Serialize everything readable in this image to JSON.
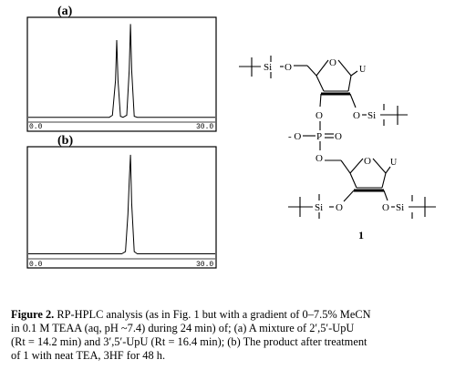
{
  "figure": {
    "panel_a_label": "(a)",
    "panel_b_label": "(b)",
    "axis_start_label": "0.0",
    "axis_end_label": "30.0",
    "compound_number": "1",
    "chart_data": [
      {
        "type": "line",
        "x": [
          0,
          1,
          2,
          3,
          4,
          5,
          6,
          7,
          8,
          9,
          10,
          11,
          12,
          13,
          13.5,
          14,
          14.2,
          14.4,
          14.8,
          15.2,
          15.8,
          16.2,
          16.4,
          16.6,
          17,
          17.5,
          18,
          19,
          20,
          21,
          22,
          23,
          24,
          25,
          26,
          27,
          28,
          29,
          30
        ],
        "series": [
          {
            "values": [
              0.03,
              0.03,
              0.03,
              0.03,
              0.03,
              0.03,
              0.03,
              0.03,
              0.03,
              0.03,
              0.03,
              0.03,
              0.03,
              0.03,
              0.05,
              0.4,
              0.8,
              0.4,
              0.04,
              0.03,
              0.05,
              0.5,
              0.96,
              0.5,
              0.04,
              0.03,
              0.03,
              0.03,
              0.03,
              0.03,
              0.03,
              0.03,
              0.03,
              0.03,
              0.03,
              0.03,
              0.03,
              0.03,
              0.03
            ]
          }
        ],
        "xlim": [
          0,
          30
        ],
        "ylim": [
          0,
          1
        ]
      },
      {
        "type": "line",
        "x": [
          0,
          1,
          2,
          3,
          4,
          5,
          6,
          7,
          8,
          9,
          10,
          11,
          12,
          13,
          14,
          15,
          15.6,
          16,
          16.2,
          16.4,
          16.6,
          17,
          17.5,
          18,
          19,
          20,
          21,
          22,
          23,
          24,
          25,
          26,
          27,
          28,
          29,
          30
        ],
        "series": [
          {
            "values": [
              0.03,
              0.03,
              0.03,
              0.03,
              0.03,
              0.03,
              0.03,
              0.03,
              0.03,
              0.03,
              0.03,
              0.03,
              0.03,
              0.03,
              0.03,
              0.03,
              0.05,
              0.4,
              0.7,
              0.95,
              0.5,
              0.05,
              0.03,
              0.03,
              0.03,
              0.03,
              0.03,
              0.03,
              0.03,
              0.03,
              0.03,
              0.03,
              0.03,
              0.03,
              0.03,
              0.03
            ]
          }
        ],
        "xlim": [
          0,
          30
        ],
        "ylim": [
          0,
          1
        ]
      }
    ],
    "structure": {
      "si_label": "Si",
      "o_label": "O",
      "u_label": "U",
      "p_label": "P",
      "o_minus_label": "- O",
      "o_double_label": "O"
    }
  },
  "caption": {
    "label": "Figure 2.",
    "text_lines": [
      "RP-HPLC analysis (as in Fig. 1 but with a gradient of 0–7.5% MeCN",
      "in 0.1 M TEAA (aq, pH ~7.4) during 24 min) of; (a) A mixture of 2′,5′-UpU",
      "(Rt = 14.2 min) and 3′,5′-UpU (Rt = 16.4 min); (b) The product after treatment",
      "of 1 with neat TEA, 3HF for 48 h."
    ]
  }
}
